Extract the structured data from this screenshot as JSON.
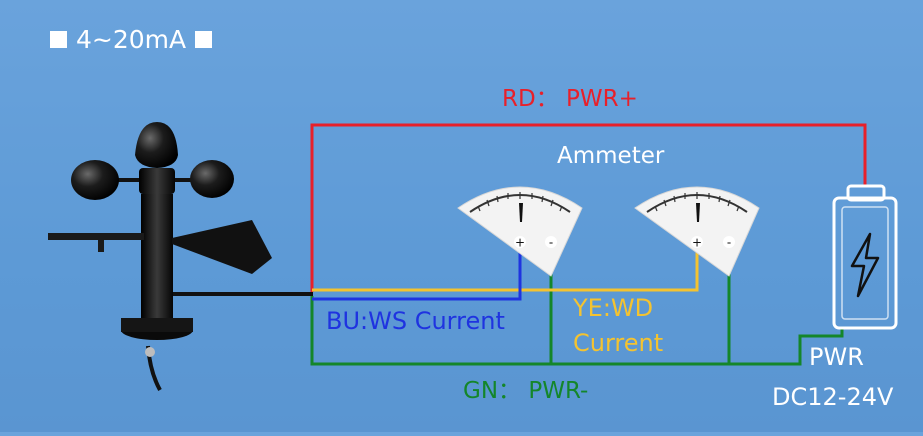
{
  "title": "4~20mA",
  "wires": {
    "red_label": "RD： PWR+",
    "blue_label": "BU:WS Current",
    "yellow_label_line1": "YE:WD",
    "yellow_label_line2": "Current",
    "green_label": "GN： PWR-"
  },
  "ammeter_label": "Ammeter",
  "meters": [
    {
      "plus": "+",
      "minus": "-"
    },
    {
      "plus": "+",
      "minus": "-"
    }
  ],
  "power": {
    "line1": "PWR",
    "line2": "DC12-24V",
    "icon": "lightning-bolt-icon"
  },
  "colors": {
    "background": "#5d9ad6",
    "red_wire": "#e8202a",
    "blue_wire": "#1f33e0",
    "yellow_wire": "#f4c330",
    "green_wire": "#14862a",
    "black_wire": "#111111"
  }
}
